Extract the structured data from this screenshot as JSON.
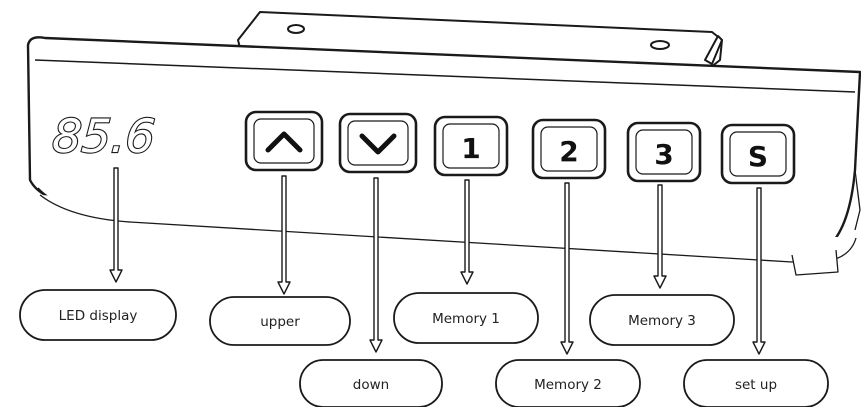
{
  "led_display": {
    "reading": "85.6"
  },
  "keys": {
    "up_icon": "chevron-up-icon",
    "down_icon": "chevron-down-icon",
    "memory1": "1",
    "memory2": "2",
    "memory3": "3",
    "setup": "S"
  },
  "callouts": {
    "led_display": "LED display",
    "upper": "upper",
    "down": "down",
    "memory1": "Memory 1",
    "memory2": "Memory 2",
    "memory3": "Memory 3",
    "setup": "set up"
  },
  "colors": {
    "line": "#1a1a1a",
    "arrow_shaft": "#ffffff"
  }
}
